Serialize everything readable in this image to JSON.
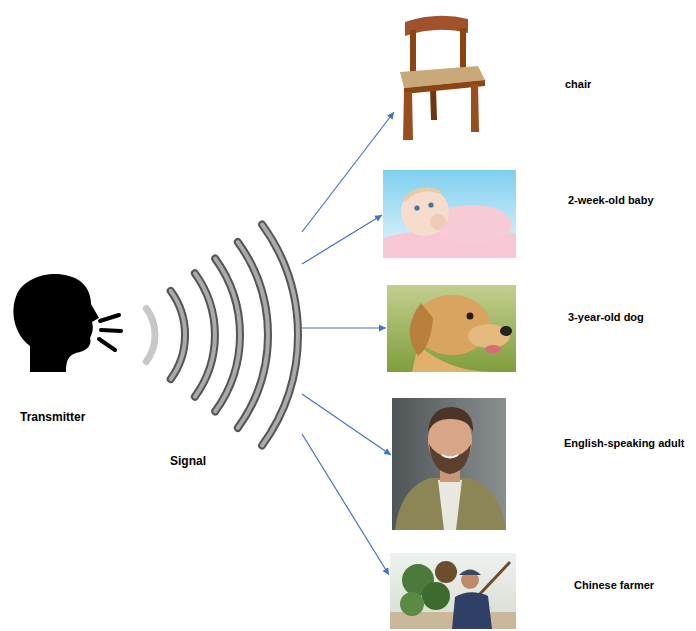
{
  "diagram": {
    "nodes": [
      {
        "text": [
          "Transmitter"
        ]
      },
      {
        "text": [
          "Signal"
        ]
      },
      {
        "text": [
          "chair"
        ]
      },
      {
        "text": [
          "2-week-old baby"
        ]
      },
      {
        "text": [
          "3-year-old dog"
        ]
      },
      {
        "text": [
          "English-speaking adult"
        ]
      },
      {
        "text": [
          "Chinese farmer"
        ]
      }
    ],
    "edges": [
      {
        "from": 1,
        "to": 2,
        "arrow": "to"
      },
      {
        "from": 1,
        "to": 3,
        "arrow": "to"
      },
      {
        "from": 1,
        "to": 4,
        "arrow": "to"
      },
      {
        "from": 1,
        "to": 5,
        "arrow": "to"
      },
      {
        "from": 1,
        "to": 6,
        "arrow": "to"
      }
    ]
  }
}
